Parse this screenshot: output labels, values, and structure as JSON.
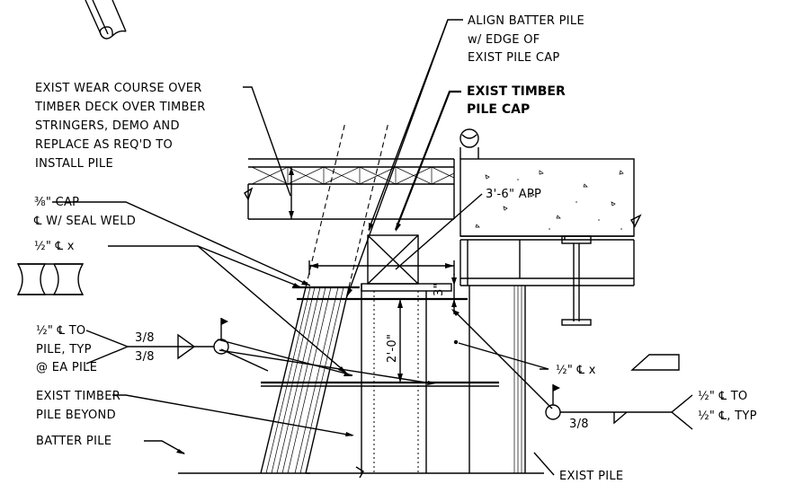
{
  "labels": {
    "align1": "ALIGN BATTER PILE",
    "align2": "w/ EDGE OF",
    "align3": "EXIST PILE CAP",
    "cap1": "EXIST TIMBER",
    "cap2": "PILE CAP",
    "wear1": "EXIST WEAR COURSE OVER",
    "wear2": "TIMBER DECK OVER TIMBER",
    "wear3": "STRINGERS, DEMO AND",
    "wear4": "REPLACE AS REQ'D TO",
    "wear5": "INSTALL PILE",
    "capPl1": "⅜\" CAP",
    "capPl2": "℄ W/ SEAL WELD",
    "halfPl": "½\" ℄ x",
    "app": "3'-6\" APP",
    "dim3": "3\"",
    "dim20": "2'-0\"",
    "toPile1": "½\" ℄ TO",
    "toPile2": "PILE, TYP",
    "toPile3": "@ EA PILE",
    "weld1": "3/8",
    "weld2": "3/8",
    "halfPlX": "½\" ℄ x",
    "timber1": "EXIST TIMBER",
    "timber2": "PILE BEYOND",
    "batter": "BATTER PILE",
    "weld3": "3/8",
    "plTo1": "½\" ℄ TO",
    "plTo2": "½\" ℄, TYP",
    "existPile": "EXIST PILE"
  }
}
